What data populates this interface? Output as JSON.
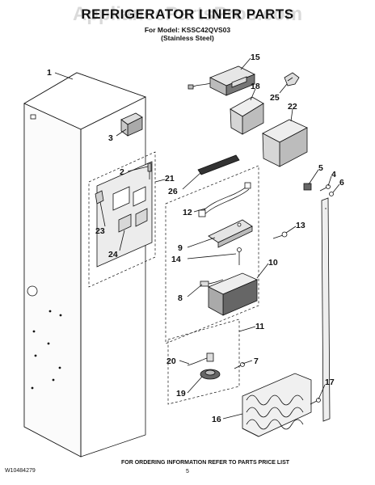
{
  "header": {
    "watermark": "AppliancePartsPros.com",
    "title": "REFRIGERATOR LINER PARTS",
    "model_line": "For Model: KSSC42QVS03",
    "finish_line": "(Stainless Steel)"
  },
  "footer": {
    "doc_number": "W10484279",
    "instruction": "FOR ORDERING INFORMATION REFER TO PARTS PRICE LIST",
    "page_number": "5"
  },
  "callouts": {
    "c1": "1",
    "c2": "2",
    "c3": "3",
    "c4": "4",
    "c5": "5",
    "c6": "6",
    "c7": "7",
    "c8": "8",
    "c9": "9",
    "c10": "10",
    "c11": "11",
    "c12": "12",
    "c13": "13",
    "c14": "14",
    "c15": "15",
    "c16": "16",
    "c17": "17",
    "c18": "18",
    "c19": "19",
    "c20": "20",
    "c21": "21",
    "c22": "22",
    "c23": "23",
    "c24": "24",
    "c25": "25",
    "c26": "26"
  }
}
